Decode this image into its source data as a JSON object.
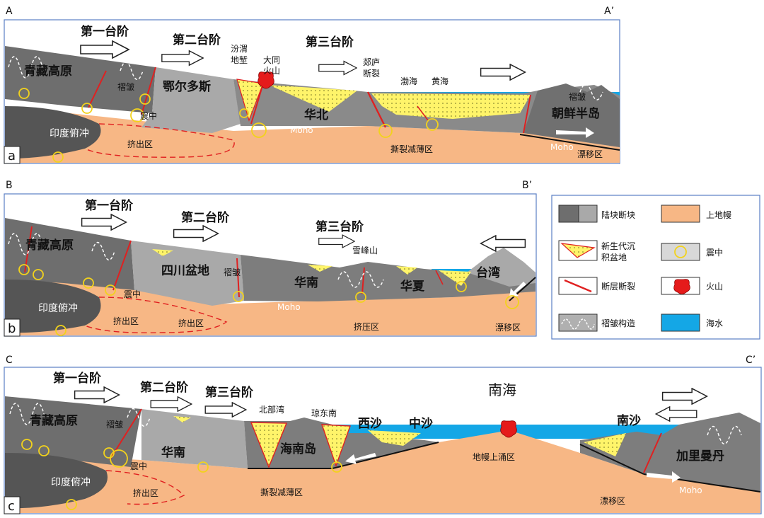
{
  "colors": {
    "mantle": "#f7b785",
    "dark_block": "#6e6e6e",
    "mid_block": "#8a8a8a",
    "light_block": "#a9a9a9",
    "sediment": "#fff46a",
    "fault": "#e02020",
    "sea": "#14a7e6",
    "quake": "#f2d21c",
    "frame": "#5a7fc4"
  },
  "icons": {
    "volcano": "volcano-icon",
    "arrow": "hollow-arrow-icon",
    "fold": "fold-wave-icon",
    "quake": "epicenter-circle-icon"
  },
  "panel_a": {
    "tag": "a",
    "start": "A",
    "end": "A’",
    "steps": [
      "第一台阶",
      "第二台阶",
      "第三台阶"
    ],
    "labels": {
      "tibet": "青藏高原",
      "fold": "褶皱",
      "ordos": "鄂尔多斯",
      "fenwei1": "汾渭",
      "fenwei2": "地堑",
      "datong1": "大同",
      "datong2": "火山",
      "tanlu1": "郯庐",
      "tanlu2": "断裂",
      "bohai": "渤海",
      "huanghai": "黄海",
      "huabei": "华北",
      "korea": "朝鲜半岛",
      "korea_fold": "褶皱",
      "quake": "震中",
      "india": "印度俯冲",
      "extrusion": "挤出区",
      "moho": "Moho",
      "moho2": "Moho",
      "rift": "撕裂减薄区",
      "drift": "漂移区"
    }
  },
  "panel_b": {
    "tag": "b",
    "start": "B",
    "end": "B’",
    "steps": [
      "第一台阶",
      "第二台阶",
      "第三台阶"
    ],
    "labels": {
      "tibet": "青藏高原",
      "sichuan": "四川盆地",
      "fold": "褶皱",
      "xuefeng": "雪峰山",
      "huanan": "华南",
      "huaxia": "华夏",
      "taiwan": "台湾",
      "quake": "震中",
      "india": "印度俯冲",
      "extrusion1": "挤出区",
      "extrusion2": "挤出区",
      "moho": "Moho",
      "compress": "挤压区",
      "drift": "漂移区"
    }
  },
  "panel_c": {
    "tag": "c",
    "start": "C",
    "end": "C’",
    "steps": [
      "第一台阶",
      "第二台阶",
      "第三台阶"
    ],
    "labels": {
      "tibet": "青藏高原",
      "fold": "褶皱",
      "beibu": "北部湾",
      "qiongdongnan": "琼东南",
      "xisha": "西沙",
      "zhongsha": "中沙",
      "nanhai": "南海",
      "nansha": "南沙",
      "huanan": "华南",
      "hainan": "海南岛",
      "upwelling": "地幔上涌区",
      "kalimantan": "加里曼丹",
      "quake": "震中",
      "india": "印度俯冲",
      "extrusion": "挤出区",
      "rift": "撕裂减薄区",
      "drift": "漂移区",
      "moho": "Moho"
    }
  },
  "legend": {
    "items": [
      {
        "key": "block",
        "label": "陆块断块"
      },
      {
        "key": "mantle",
        "label": "上地幔"
      },
      {
        "key": "basin1",
        "label": "新生代沉"
      },
      {
        "key": "basin2",
        "label": "积盆地"
      },
      {
        "key": "quake",
        "label": "震中"
      },
      {
        "key": "fault",
        "label": "断层断裂"
      },
      {
        "key": "volcano",
        "label": "火山"
      },
      {
        "key": "fold",
        "label": "褶皱构造"
      },
      {
        "key": "sea",
        "label": "海水"
      }
    ]
  }
}
